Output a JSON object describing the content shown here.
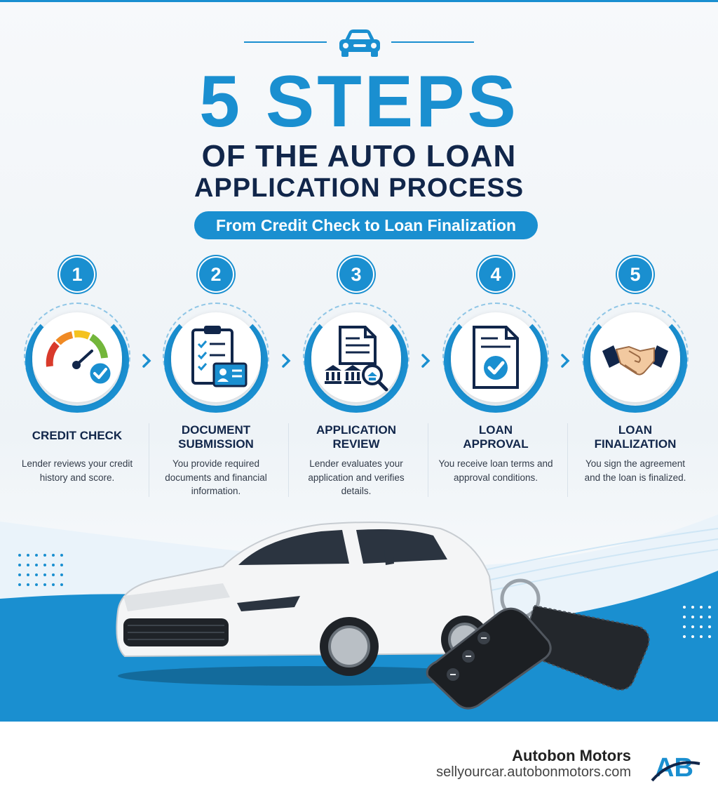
{
  "header": {
    "title_big": "5 STEPS",
    "title_line1": "OF THE AUTO LOAN",
    "title_line2": "APPLICATION PROCESS",
    "subtitle": "From Credit Check to Loan Finalization"
  },
  "steps": [
    {
      "number": "1",
      "title_l1": "CREDIT CHECK",
      "title_l2": "",
      "desc": "Lender reviews your credit history and score.",
      "icon": "speedometer-check-icon"
    },
    {
      "number": "2",
      "title_l1": "DOCUMENT",
      "title_l2": "SUBMISSION",
      "desc": "You provide required documents and financial information.",
      "icon": "clipboard-id-card-icon"
    },
    {
      "number": "3",
      "title_l1": "APPLICATION",
      "title_l2": "REVIEW",
      "desc": "Lender evaluates your application and verifies details.",
      "icon": "document-bank-magnifier-icon"
    },
    {
      "number": "4",
      "title_l1": "LOAN",
      "title_l2": "APPROVAL",
      "desc": "You receive loan terms and approval conditions.",
      "icon": "document-check-icon"
    },
    {
      "number": "5",
      "title_l1": "LOAN",
      "title_l2": "FINALIZATION",
      "desc": "You sign the agreement and the loan is finalized.",
      "icon": "handshake-icon"
    }
  ],
  "footer": {
    "brand": "Autobon Motors",
    "url": "sellyourcar.autobonmotors.com",
    "logo_text": "AB"
  },
  "colors": {
    "accent": "#1a8fd0",
    "navy": "#11264a"
  }
}
